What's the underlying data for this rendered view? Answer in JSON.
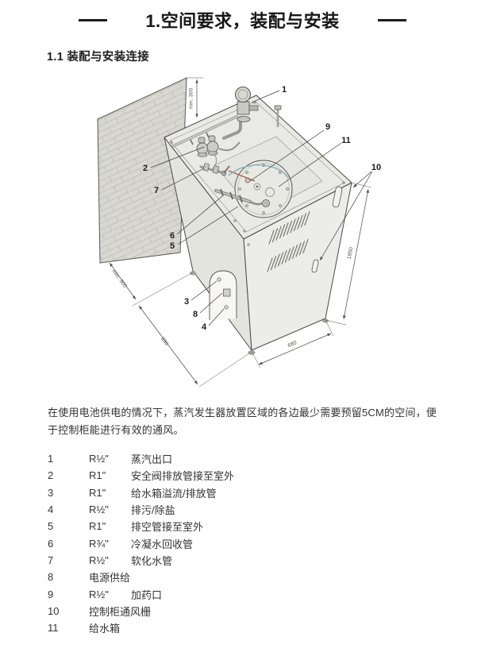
{
  "title": {
    "text": "1.空间要求，装配与安装"
  },
  "section": {
    "heading": "1.1 装配与安装连接"
  },
  "paragraph": {
    "text": "在使用电池供电的情况下，蒸汽发生器放置区域的各边最少需要预留5CM的空间，便于控制柜能进行有效的通风。"
  },
  "figure": {
    "dimension_labels": {
      "top_clearance": "min. 300",
      "side_clearance": "min. 300",
      "depth": "880",
      "width": "680",
      "height": "1850"
    },
    "callouts": [
      "1",
      "2",
      "3",
      "4",
      "5",
      "6",
      "7",
      "8",
      "9",
      "10",
      "11"
    ]
  },
  "legend": {
    "rows": [
      {
        "num": "1",
        "size": "R½\"",
        "desc": "蒸汽出口"
      },
      {
        "num": "2",
        "size": "R1\"",
        "desc": "安全阀排放管接至室外"
      },
      {
        "num": "3",
        "size": "R1\"",
        "desc": "给水箱溢流/排放管"
      },
      {
        "num": "4",
        "size": "R½\"",
        "desc": "排污/除盐"
      },
      {
        "num": "5",
        "size": "R1\"",
        "desc": "排空管接至室外"
      },
      {
        "num": "6",
        "size": "R¾\"",
        "desc": "冷凝水回收管"
      },
      {
        "num": "7",
        "size": "R½\"",
        "desc": "软化水管"
      },
      {
        "num": "8",
        "desc": "电源供给"
      },
      {
        "num": "9",
        "size": "R½\"",
        "desc": "加药口"
      },
      {
        "num": "10",
        "desc": "控制柜通风栅"
      },
      {
        "num": "11",
        "desc": "给水箱"
      }
    ]
  }
}
